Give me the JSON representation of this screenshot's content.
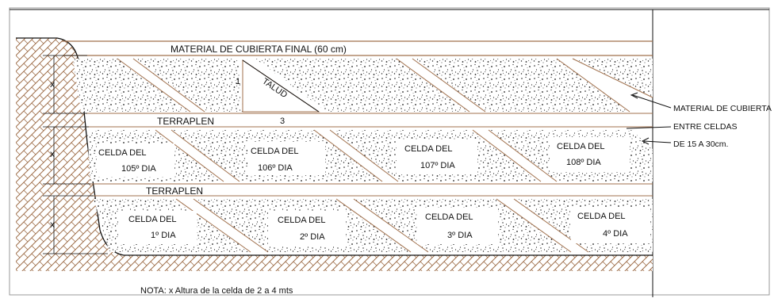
{
  "diagram": {
    "top_label": "MATERIAL DE CUBIERTA FINAL (60 cm)",
    "talud_label": "TALUD",
    "slope_ratio": {
      "rise": "1",
      "run": "3"
    },
    "terraplen_labels": [
      "TERRAPLEN",
      "TERRAPLEN"
    ],
    "side_note": [
      "MATERIAL  DE CUBIERTA",
      "ENTRE CELDAS",
      "DE 15 A 30cm."
    ],
    "height_marker": "x",
    "cells": [
      {
        "line1": "CELDA DEL",
        "line2": "105º DIA"
      },
      {
        "line1": "CELDA DEL",
        "line2": "106º DIA"
      },
      {
        "line1": "CELDA DEL",
        "line2": "107º DIA"
      },
      {
        "line1": "CELDA DEL",
        "line2": "108º DIA"
      },
      {
        "line1": "CELDA DEL",
        "line2": "1º DIA"
      },
      {
        "line1": "CELDA DEL",
        "line2": "2º DIA"
      },
      {
        "line1": "CELDA DEL",
        "line2": "3º DIA"
      },
      {
        "line1": "CELDA DEL",
        "line2": "4º DIA"
      }
    ],
    "note": "NOTA: x Altura de la celda de 2 a 4 mts",
    "colors": {
      "soil": "#a0704c",
      "line": "#111111",
      "speckle": "#1a1a1a"
    }
  }
}
